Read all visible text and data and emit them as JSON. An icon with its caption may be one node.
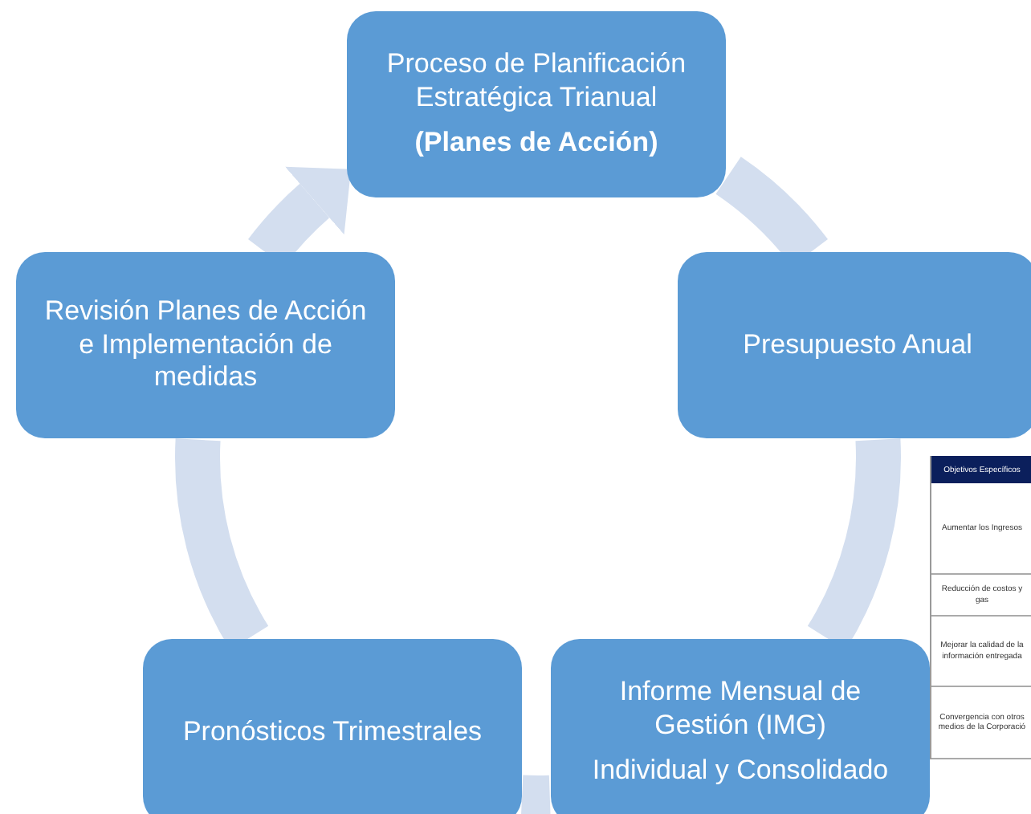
{
  "diagram": {
    "nodes": [
      {
        "text": [
          "Proceso de Planificación Estratégica Trianual",
          "(Planes de Acción)"
        ]
      },
      {
        "text": [
          "Presupuesto Anual"
        ]
      },
      {
        "text": [
          "Informe Mensual de Gestión (IMG)",
          "Individual y Consolidado"
        ]
      },
      {
        "text": [
          "Pronósticos Trimestrales"
        ]
      },
      {
        "text": [
          "Revisión Planes de Acción e Implementación de medidas"
        ]
      }
    ],
    "edges": [
      {
        "from": 0,
        "to": 1,
        "arrow": "none"
      },
      {
        "from": 1,
        "to": 2,
        "arrow": "none"
      },
      {
        "from": 2,
        "to": 3,
        "arrow": "none"
      },
      {
        "from": 3,
        "to": 4,
        "arrow": "none"
      },
      {
        "from": 4,
        "to": 0,
        "arrow": "to"
      }
    ],
    "labels": [
      "Objetivos Específicos",
      "Aumentar los Ingresos",
      "Reducción de costos y gas",
      "Mejorar la calidad de la información entregada",
      "Convergencia con otros medios de la Corporació"
    ]
  }
}
